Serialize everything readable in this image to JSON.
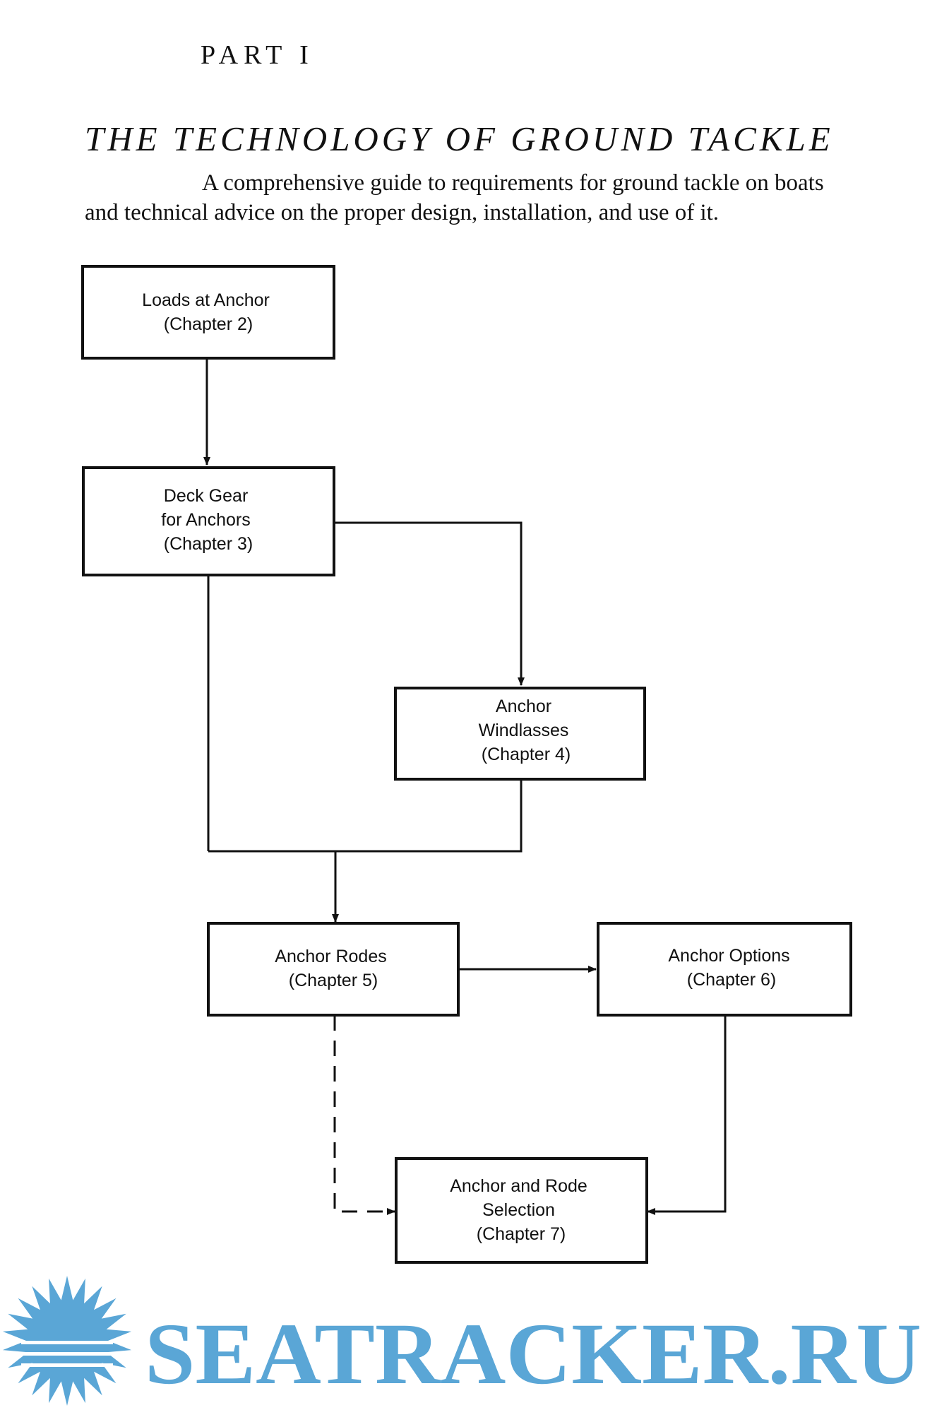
{
  "header": {
    "part": "PART I",
    "title": "THE TECHNOLOGY OF GROUND TACKLE",
    "subtitle": "A comprehensive guide to requirements for ground tackle on boats and technical advice on the proper design, installation, and use of it."
  },
  "diagram": {
    "nodes": [
      {
        "id": "loads",
        "lines": [
          "Loads at Anchor",
          "(Chapter 2)"
        ]
      },
      {
        "id": "deck",
        "lines": [
          "Deck Gear",
          "for Anchors",
          "(Chapter 3)"
        ]
      },
      {
        "id": "windlass",
        "lines": [
          "Anchor",
          "Windlasses",
          "(Chapter 4)"
        ]
      },
      {
        "id": "rodes",
        "lines": [
          "Anchor Rodes",
          "(Chapter 5)"
        ]
      },
      {
        "id": "options",
        "lines": [
          "Anchor Options",
          "(Chapter 6)"
        ]
      },
      {
        "id": "selection",
        "lines": [
          "Anchor and Rode",
          "Selection",
          "(Chapter 7)"
        ]
      }
    ],
    "edges": [
      {
        "from": "loads",
        "to": "deck",
        "style": "solid"
      },
      {
        "from": "deck",
        "to": "windlass",
        "style": "solid"
      },
      {
        "from": "deck",
        "to": "rodes",
        "style": "solid"
      },
      {
        "from": "windlass",
        "to": "rodes",
        "style": "solid"
      },
      {
        "from": "rodes",
        "to": "options",
        "style": "solid"
      },
      {
        "from": "rodes",
        "to": "selection",
        "style": "dashed"
      },
      {
        "from": "options",
        "to": "selection",
        "style": "solid"
      }
    ]
  },
  "watermark": {
    "text": "SEATRACKER.RU",
    "color": "#5aa6d6",
    "icon": "sun-rays-icon"
  }
}
